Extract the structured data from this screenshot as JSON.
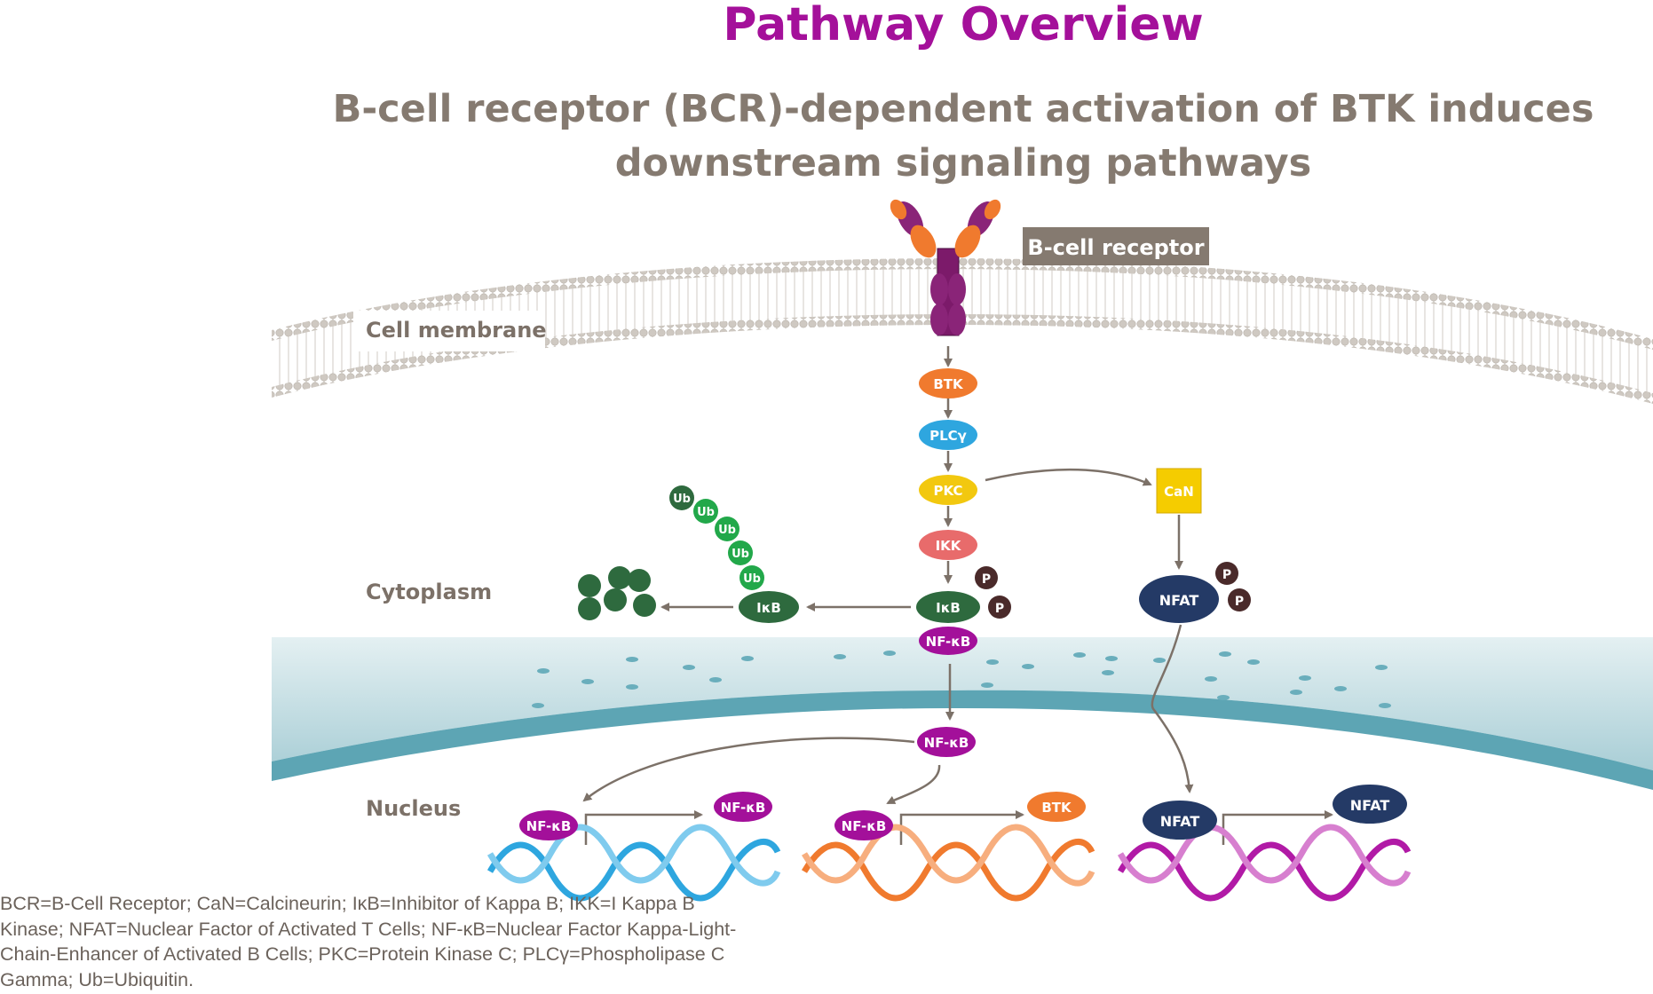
{
  "header": {
    "title": "Pathway Overview",
    "subtitle_lines": [
      "B-cell receptor (BCR)-dependent activation of BTK induces",
      "downstream signaling pathways"
    ]
  },
  "labels": {
    "bcr_tag": "B-cell receptor",
    "cell_membrane": "Cell membrane",
    "cytoplasm": "Cytoplasm",
    "nucleus": "Nucleus"
  },
  "nodes": {
    "btk": "BTK",
    "plcg": "PLCγ",
    "pkc": "PKC",
    "can": "CaN",
    "ikk": "IKK",
    "ikb": "IκB",
    "ikb_free": "IκB",
    "phospho": "P",
    "nfkb_complex": "NF-κB",
    "nfat_cyto": "NFAT",
    "nfkb_translocated": "NF-κB",
    "ub": "Ub"
  },
  "gene_expression": [
    {
      "factor": "NF-κB",
      "product": "NF-κB"
    },
    {
      "factor": "NF-κB",
      "product": "BTK"
    },
    {
      "factor": "NFAT",
      "product": "NFAT"
    }
  ],
  "footnote": "BCR=B-Cell Receptor; CaN=Calcineurin; IκB=Inhibitor of Kappa B; IKK=I Kappa B Kinase; NFAT=Nuclear Factor of Activated T Cells; NF-κB=Nuclear Factor Kappa-Light-Chain-Enhancer of Activated B Cells; PKC=Protein Kinase C; PLCγ=Phospholipase C Gamma; Ub=Ubiquitin.",
  "colors": {
    "title": "#a4109a",
    "subtitle": "#857a70",
    "btk": "#f07a2e",
    "plcg": "#2ea6df",
    "pkc": "#f2c80f",
    "can": "#f5cc00",
    "ikk": "#e86b6b",
    "ikb": "#2e6a3e",
    "nfkb": "#a3109a",
    "nfat": "#243a66",
    "phospho": "#4a2a2a",
    "ub_dark": "#2e6a3e",
    "ub_light": "#22a84a",
    "membrane": "#c9c4be",
    "nuclear_envelope": "#a9ced6",
    "dna_blue": "#2ea6df",
    "dna_orange": "#f07a2e",
    "dna_magenta": "#b11aa6"
  }
}
